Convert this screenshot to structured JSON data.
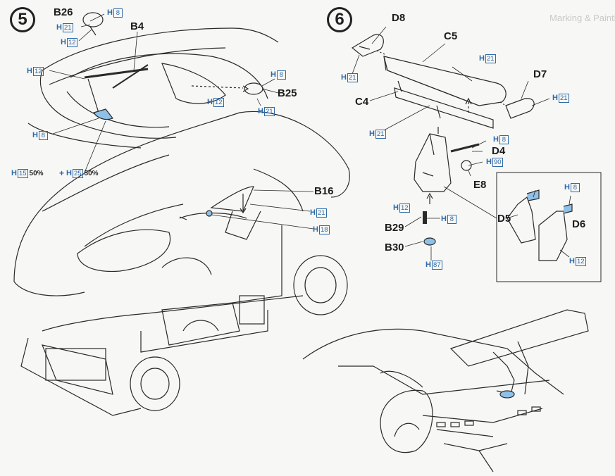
{
  "steps": {
    "five": "5",
    "six": "6"
  },
  "h": "H",
  "ghost_text": [
    "Marking & Painting"
  ],
  "callouts": {
    "b26": {
      "part": "B26",
      "codes": [
        "8",
        "21",
        "12"
      ]
    },
    "b4": {
      "part": "B4"
    },
    "b25": {
      "part": "B25",
      "codes": [
        "8",
        "12",
        "21"
      ]
    },
    "b16": {
      "part": "B16",
      "codes": [
        "21",
        "18"
      ]
    },
    "wiper_left": {
      "codes": [
        "12"
      ]
    },
    "wiper_base": {
      "codes": [
        "8"
      ]
    },
    "mix": {
      "a": "15",
      "a_pct": "50%",
      "plus": "+",
      "b": "25",
      "b_pct": "50%"
    },
    "d8": {
      "part": "D8",
      "codes": [
        "21"
      ]
    },
    "c5": {
      "part": "C5",
      "codes": [
        "21"
      ]
    },
    "d7": {
      "part": "D7",
      "codes": [
        "21"
      ]
    },
    "c4": {
      "part": "C4",
      "codes": [
        "21"
      ]
    },
    "d4": {
      "part": "D4",
      "codes": [
        "8"
      ]
    },
    "e8": {
      "part": "E8",
      "codes": [
        "90"
      ]
    },
    "b29": {
      "part": "B29",
      "codes": [
        "12",
        "8"
      ]
    },
    "b30": {
      "part": "B30",
      "codes": [
        "87"
      ]
    },
    "d5": {
      "part": "D5",
      "codes": [
        "8"
      ]
    },
    "d6": {
      "part": "D6",
      "codes": [
        "12"
      ]
    }
  },
  "colors": {
    "accent": "#2e6aa8",
    "paint_blue": "#8fc0e6",
    "line": "#2a2a2a"
  }
}
